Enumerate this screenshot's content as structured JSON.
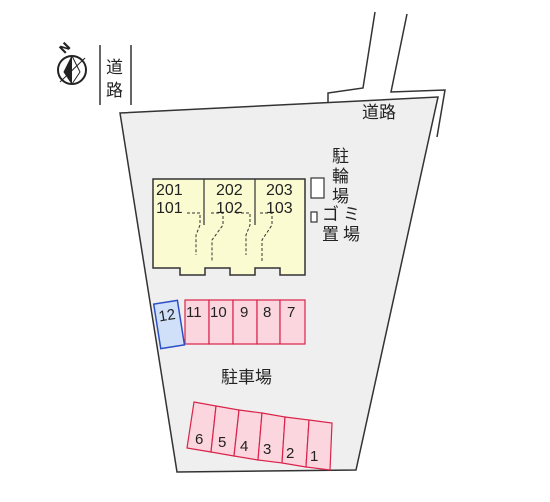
{
  "compass": {
    "north_label": "N",
    "icon": "north-arrow-icon"
  },
  "roads": {
    "west_label": "道路",
    "northeast_label": "道路"
  },
  "facilities": {
    "bicycle_parking": "駐輪場",
    "garbage_area": "ゴミ置場",
    "parking_lot": "駐車場"
  },
  "building": {
    "units": [
      {
        "upper": "201",
        "lower": "101"
      },
      {
        "upper": "202",
        "lower": "102"
      },
      {
        "upper": "203",
        "lower": "103"
      }
    ]
  },
  "parking": {
    "upper_row": [
      "11",
      "10",
      "9",
      "8",
      "7"
    ],
    "special_space": "12",
    "lower_row": [
      "6",
      "5",
      "4",
      "3",
      "2",
      "1"
    ]
  },
  "colors": {
    "site_fill": "#efefef",
    "building_fill": "#fbfbd2",
    "parking_fill": "#fbd6df",
    "parking_stroke": "#d9234b",
    "special_fill": "#cfe0f8",
    "special_stroke": "#2c4fc8"
  }
}
